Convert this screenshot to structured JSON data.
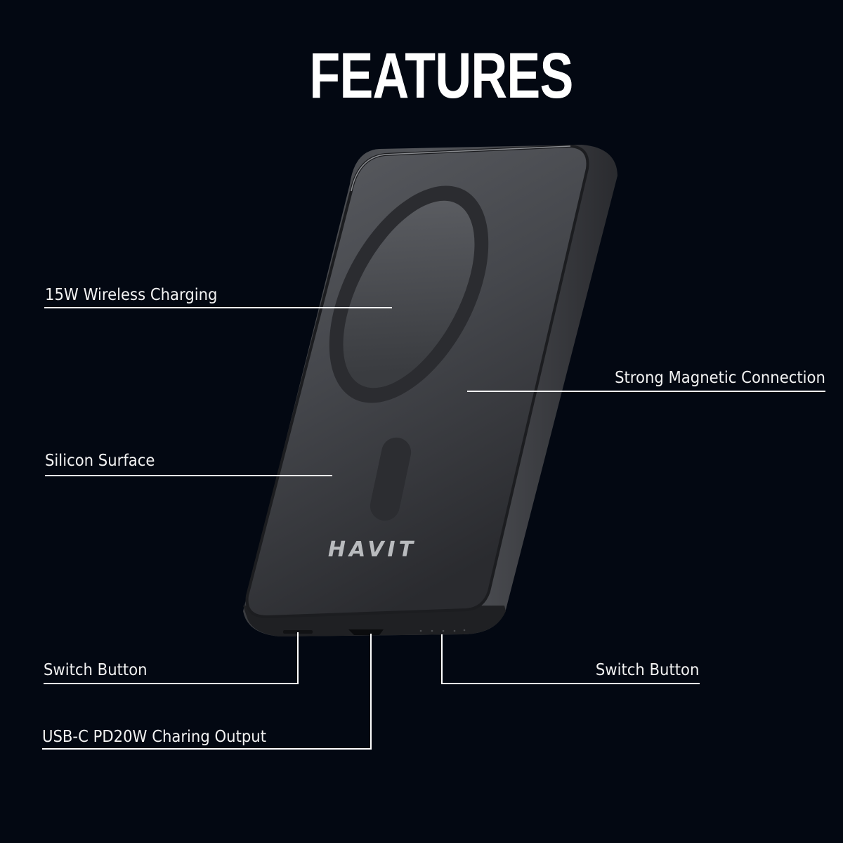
{
  "title": "FEATURES",
  "product": {
    "brand": "HAVIT",
    "type": "magnetic wireless power bank",
    "colors": {
      "background": "#030812",
      "face": "#45474c",
      "ring": "#2b2c30",
      "edge": "#2e3034",
      "text": "#ffffff"
    }
  },
  "callouts": [
    {
      "id": "wireless",
      "label": "15W Wireless Charging"
    },
    {
      "id": "magnetic",
      "label": "Strong Magnetic Connection"
    },
    {
      "id": "surface",
      "label": "Silicon Surface"
    },
    {
      "id": "switch_left",
      "label": "Switch Button"
    },
    {
      "id": "usb_c",
      "label": "USB-C PD20W Charing Output"
    },
    {
      "id": "switch_right",
      "label": "Switch Button"
    }
  ]
}
